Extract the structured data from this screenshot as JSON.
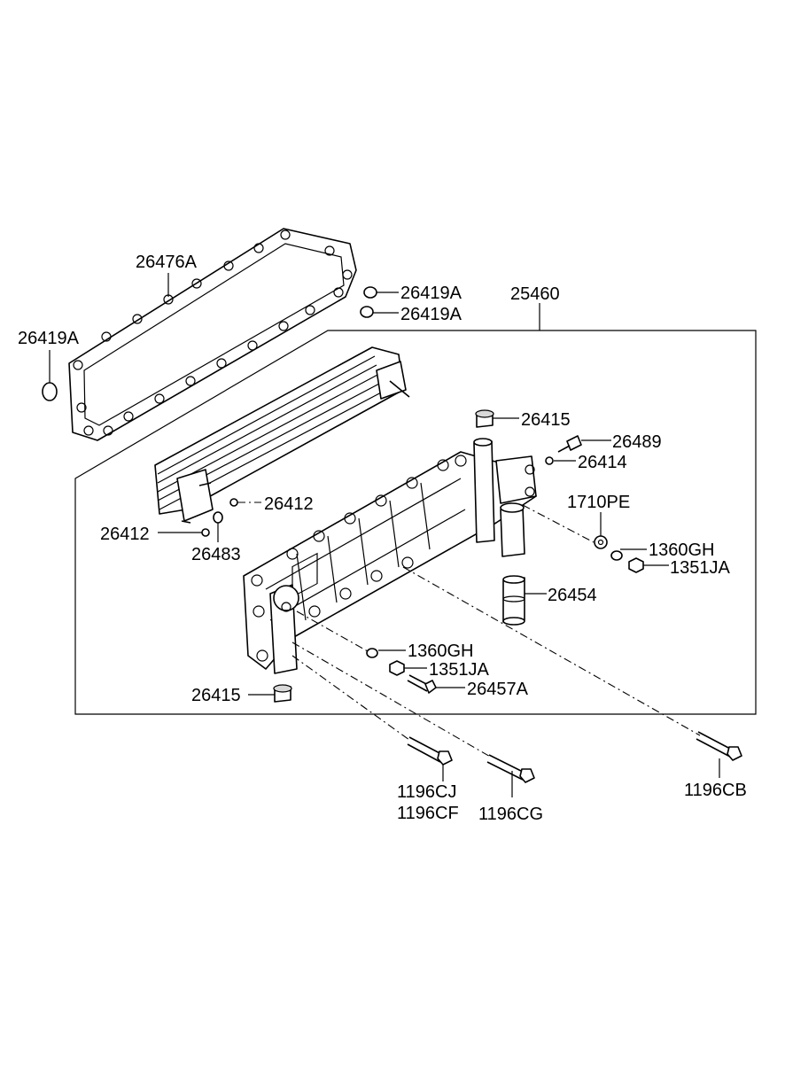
{
  "diagram": {
    "labels": {
      "p26476A": "26476A",
      "p26419A_left": "26419A",
      "p26419A_top1": "26419A",
      "p26419A_top2": "26419A",
      "p25460": "25460",
      "p26415_top": "26415",
      "p26489": "26489",
      "p26414": "26414",
      "p1710PE": "1710PE",
      "p26412_right": "26412",
      "p26412_left": "26412",
      "p26483": "26483",
      "p1360GH_right": "1360GH",
      "p1351JA_right": "1351JA",
      "p26454": "26454",
      "p1360GH_mid": "1360GH",
      "p1351JA_mid": "1351JA",
      "p26457A": "26457A",
      "p26415_bottom": "26415",
      "p1196CJ": "1196CJ",
      "p1196CF": "1196CF",
      "p1196CG": "1196CG",
      "p1196CB": "1196CB"
    }
  }
}
